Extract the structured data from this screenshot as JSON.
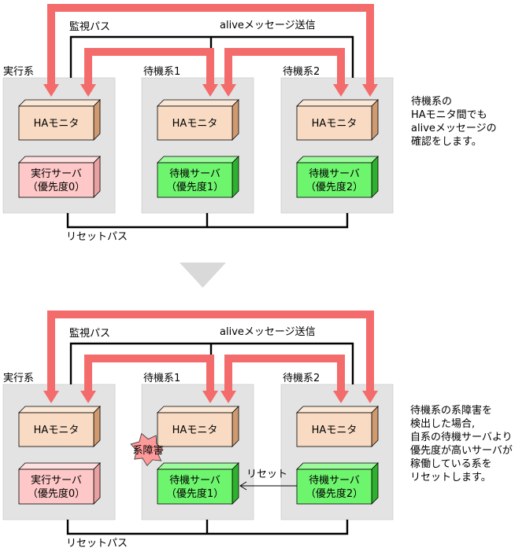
{
  "panels": [
    {
      "heartbeat_label": "監視パス",
      "alive_label": "aliveメッセージ送信",
      "reset_path_label": "リセットパス",
      "nodes": [
        {
          "label": "実行系",
          "monitor": "HAモニタ",
          "server_line1": "実行サーバ",
          "server_line2": "（優先度0）"
        },
        {
          "label": "待機系1",
          "monitor": "HAモニタ",
          "server_line1": "待機サーバ",
          "server_line2": "（優先度1）"
        },
        {
          "label": "待機系2",
          "monitor": "HAモニタ",
          "server_line1": "待機サーバ",
          "server_line2": "（優先度2）"
        }
      ],
      "note": "待機系の\nHAモニタ間でも\naliveメッセージの\n確認をします。"
    },
    {
      "heartbeat_label": "監視パス",
      "alive_label": "aliveメッセージ送信",
      "reset_path_label": "リセットパス",
      "nodes": [
        {
          "label": "実行系",
          "monitor": "HAモニタ",
          "server_line1": "実行サーバ",
          "server_line2": "（優先度0）"
        },
        {
          "label": "待機系1",
          "monitor": "HAモニタ",
          "server_line1": "待機サーバ",
          "server_line2": "（優先度1）"
        },
        {
          "label": "待機系2",
          "monitor": "HAモニタ",
          "server_line1": "待機サーバ",
          "server_line2": "（優先度2）"
        }
      ],
      "failure_badge": "系障害",
      "reset_label": "リセット",
      "note": "待機系の系障害を\n検出した場合,\n自系の待機サーバより\n優先度が高いサーバが\n稼働している系を\nリセットします。"
    }
  ],
  "colors": {
    "node_bg": "#e3e3e3",
    "monitor_fill": "#f9dbc3",
    "active_server_fill": "#ffc8c8",
    "standby_server_fill": "#6ef56e",
    "alive_arrow": "#f46b6b",
    "failure_badge": "#ff9a9a"
  }
}
